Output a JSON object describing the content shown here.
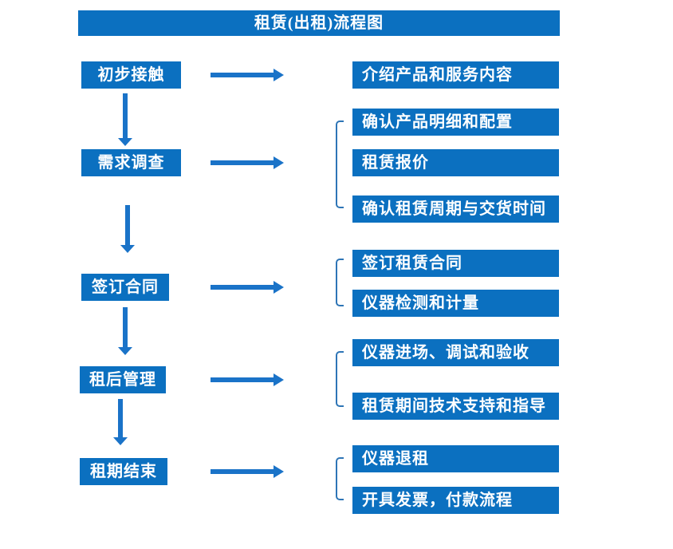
{
  "title": "租赁(出租)流程图",
  "theme": {
    "box_blue": "#0b70c0",
    "arrow_blue": "#1a73c8",
    "bracket_blue": "#2e75b6",
    "text_white": "#ffffff",
    "background": "#ffffff"
  },
  "flow": {
    "stages": [
      {
        "label": "初步接触",
        "outputs": [
          "介绍产品和服务内容"
        ]
      },
      {
        "label": "需求调查",
        "outputs": [
          "确认产品明细和配置",
          "租赁报价",
          "确认租赁周期与交货时间"
        ]
      },
      {
        "label": "签订合同",
        "outputs": [
          "签订租赁合同",
          "仪器检测和计量"
        ]
      },
      {
        "label": "租后管理",
        "outputs": [
          "仪器进场、调试和验收",
          "租赁期间技术支持和指导"
        ]
      },
      {
        "label": "租期结束",
        "outputs": [
          "仪器退租",
          "开具发票，付款流程"
        ]
      }
    ]
  }
}
